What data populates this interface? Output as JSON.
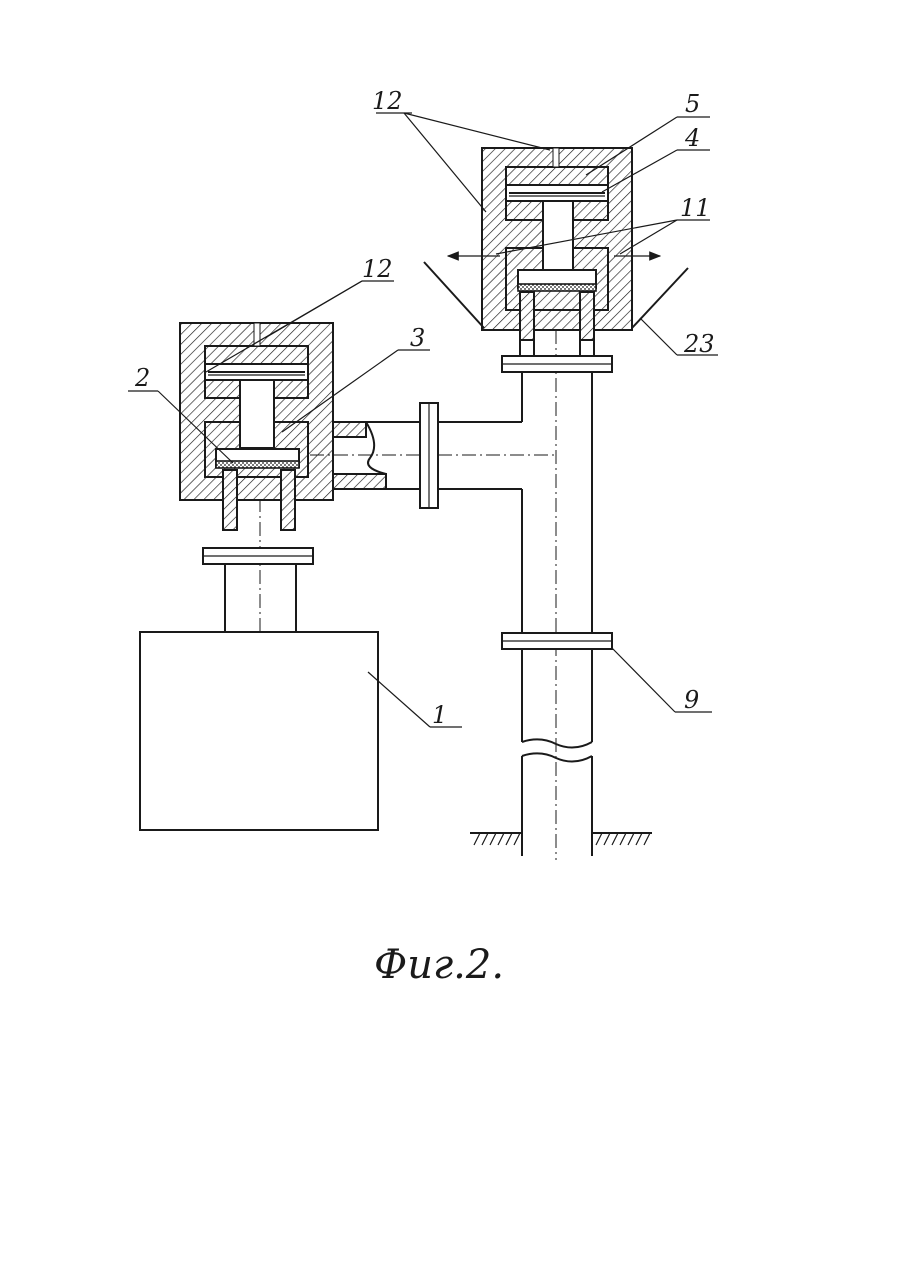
{
  "labels": {
    "tank": "1",
    "valve_lower": "2",
    "chamber": "3",
    "spring": "4",
    "piston": "5",
    "flange": "9",
    "outlet_ports": "11",
    "vent_left": "12",
    "vent_top": "12",
    "cone": "23"
  },
  "caption": "Фиг.2."
}
